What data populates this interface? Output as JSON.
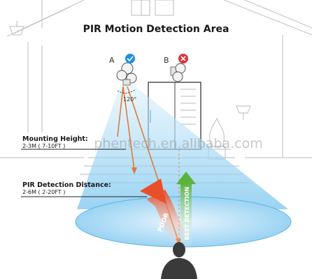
{
  "title": "PIR Motion Detection Area",
  "label_a": "A",
  "label_b": "B",
  "angle": "120°",
  "mounting_height": {
    "heading": "Mounting Height:",
    "value": "2-3M ( 7-10FT )"
  },
  "detection_distance": {
    "heading": "PIR Detection Distance:",
    "value": "2-6M ( 2-20FT )"
  },
  "arrow_poor": "POOR",
  "arrow_best": "BEST DETECTION",
  "watermark": "phentech.en.alibaba.com",
  "colors": {
    "title": "#1a1a1a",
    "cone": "#8fd0f2",
    "cone_edge": "#5bb4e6",
    "floor": "#b7e1f7",
    "line_art": "#bdbdbd",
    "arrow_poor": "#e8502a",
    "arrow_best": "#59b43a",
    "red_line": "#e07a3a",
    "check_badge": "#1e90e0",
    "cross_badge": "#e0353b",
    "person": "#3a3a3a"
  }
}
